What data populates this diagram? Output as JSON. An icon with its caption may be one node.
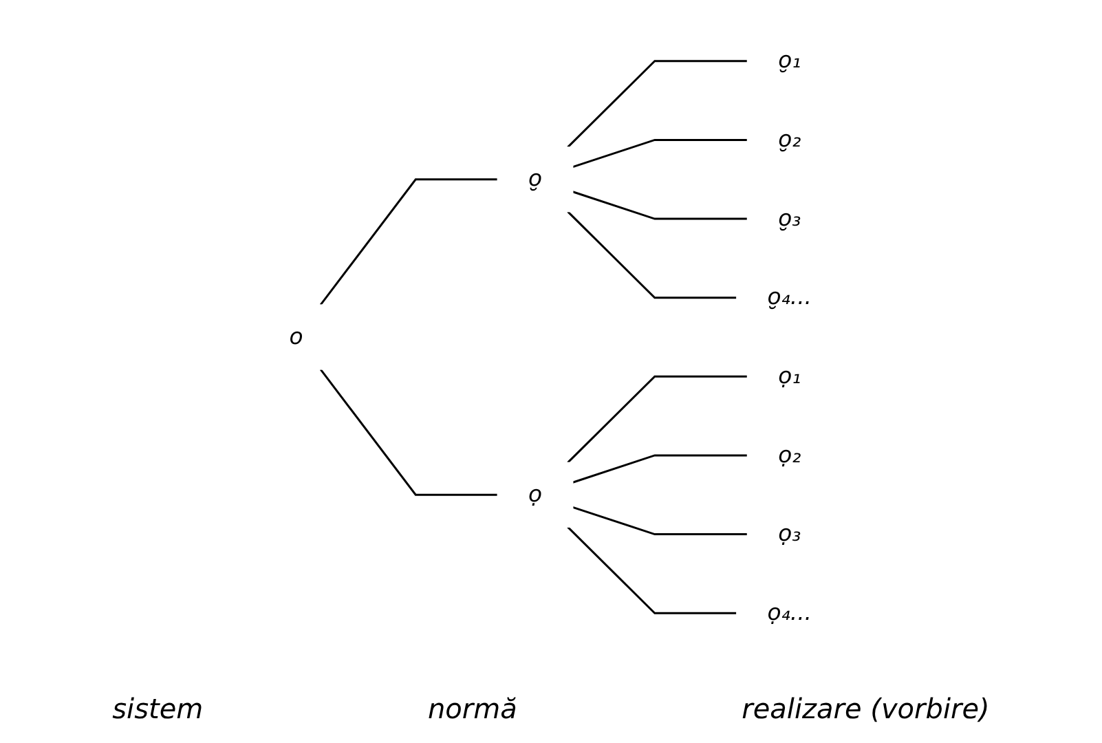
{
  "diagram": {
    "nodes": [
      {
        "text": [
          "o"
        ]
      },
      {
        "text": [
          "o̮"
        ]
      },
      {
        "text": [
          "o̮₁"
        ]
      },
      {
        "text": [
          "o̮₂"
        ]
      },
      {
        "text": [
          "o̮₃"
        ]
      },
      {
        "text": [
          "o̮₄..."
        ]
      },
      {
        "text": [
          "ọ"
        ]
      },
      {
        "text": [
          "ọ₁"
        ]
      },
      {
        "text": [
          "ọ₂"
        ]
      },
      {
        "text": [
          "ọ₃"
        ]
      },
      {
        "text": [
          "ọ₄..."
        ]
      }
    ],
    "edges": [
      {
        "from": 0,
        "to": 1,
        "arrow": "none"
      },
      {
        "from": 0,
        "to": 6,
        "arrow": "none"
      },
      {
        "from": 1,
        "to": 2,
        "arrow": "none"
      },
      {
        "from": 1,
        "to": 3,
        "arrow": "none"
      },
      {
        "from": 1,
        "to": 4,
        "arrow": "none"
      },
      {
        "from": 1,
        "to": 5,
        "arrow": "none"
      },
      {
        "from": 6,
        "to": 7,
        "arrow": "none"
      },
      {
        "from": 6,
        "to": 8,
        "arrow": "none"
      },
      {
        "from": 6,
        "to": 9,
        "arrow": "none"
      },
      {
        "from": 6,
        "to": 10,
        "arrow": "none"
      }
    ],
    "labels": [
      "sistem",
      "normă",
      "realizare (vorbire)"
    ]
  }
}
